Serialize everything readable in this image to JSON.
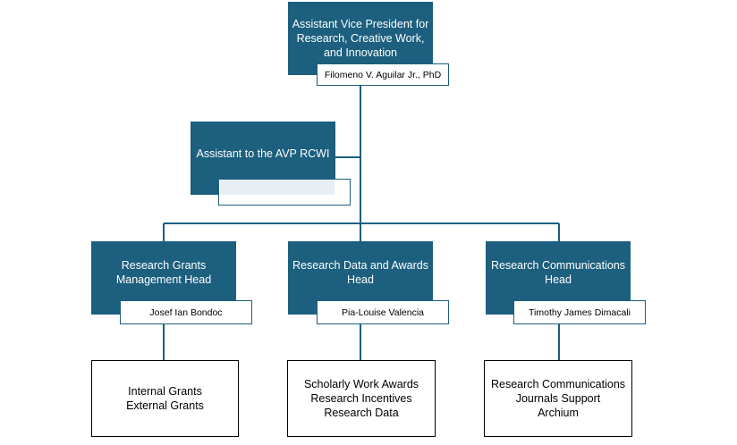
{
  "avp": {
    "title": "Assistant Vice President for\nResearch, Creative Work,\nand Innovation",
    "name": "Filomeno V. Aguilar Jr., PhD"
  },
  "assistant": {
    "title": "Assistant to the AVP RCWI",
    "name": ""
  },
  "heads": [
    {
      "title": "Research Grants\nManagement Head",
      "name": "Josef Ian Bondoc",
      "duties": [
        "Internal Grants",
        "External Grants"
      ]
    },
    {
      "title": "Research Data and Awards\nHead",
      "name": "Pia-Louise Valencia",
      "duties": [
        "Scholarly Work Awards",
        "Research Incentives",
        "Research Data"
      ]
    },
    {
      "title": "Research Communications\nHead",
      "name": "Timothy James Dimacali",
      "duties": [
        "Research Communications",
        "Journals Support",
        "Archium"
      ]
    }
  ],
  "colors": {
    "box_fill": "#1c5f7e",
    "line": "#1c5f7e",
    "duty_border": "#000000"
  }
}
